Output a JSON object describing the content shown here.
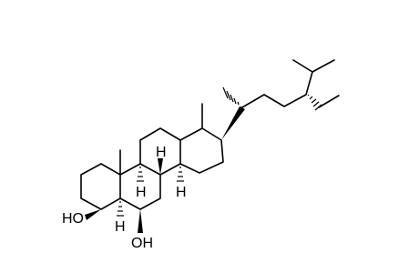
{
  "structure": {
    "labels": {
      "oh_3": "HO",
      "oh_6": "OH",
      "h_5": "H",
      "h_8": "H",
      "h_9": "H",
      "h_14": "H"
    }
  }
}
